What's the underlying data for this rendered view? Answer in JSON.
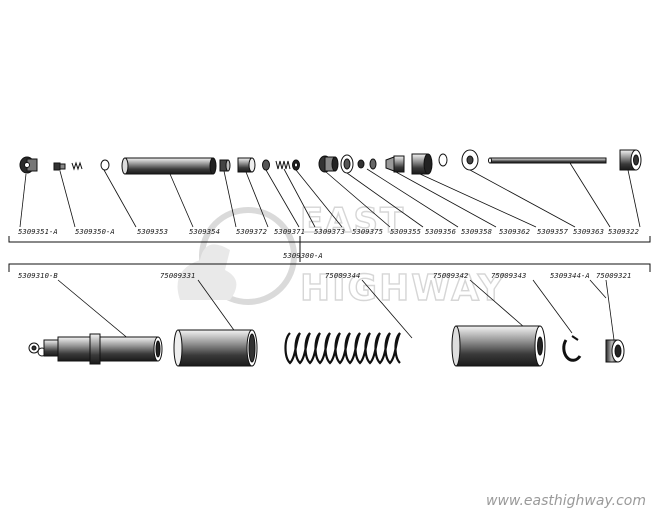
{
  "watermark": {
    "line1": "EAST",
    "line2": "HIGHWAY"
  },
  "website": "www.easthighway.com",
  "assembly_label": "5309300-A",
  "top_labels": [
    "5309351-A",
    "5309350-A",
    "5309353",
    "5309354",
    "5309372",
    "5309371",
    "5309373",
    "5309375",
    "5309355",
    "5309356",
    "5309358",
    "5309362",
    "5309357",
    "5309363",
    "5309322"
  ],
  "bottom_labels": [
    "5309310-B",
    "75009331",
    "75009344",
    "75009342",
    "75009343",
    "5309344-A",
    "75009321"
  ]
}
